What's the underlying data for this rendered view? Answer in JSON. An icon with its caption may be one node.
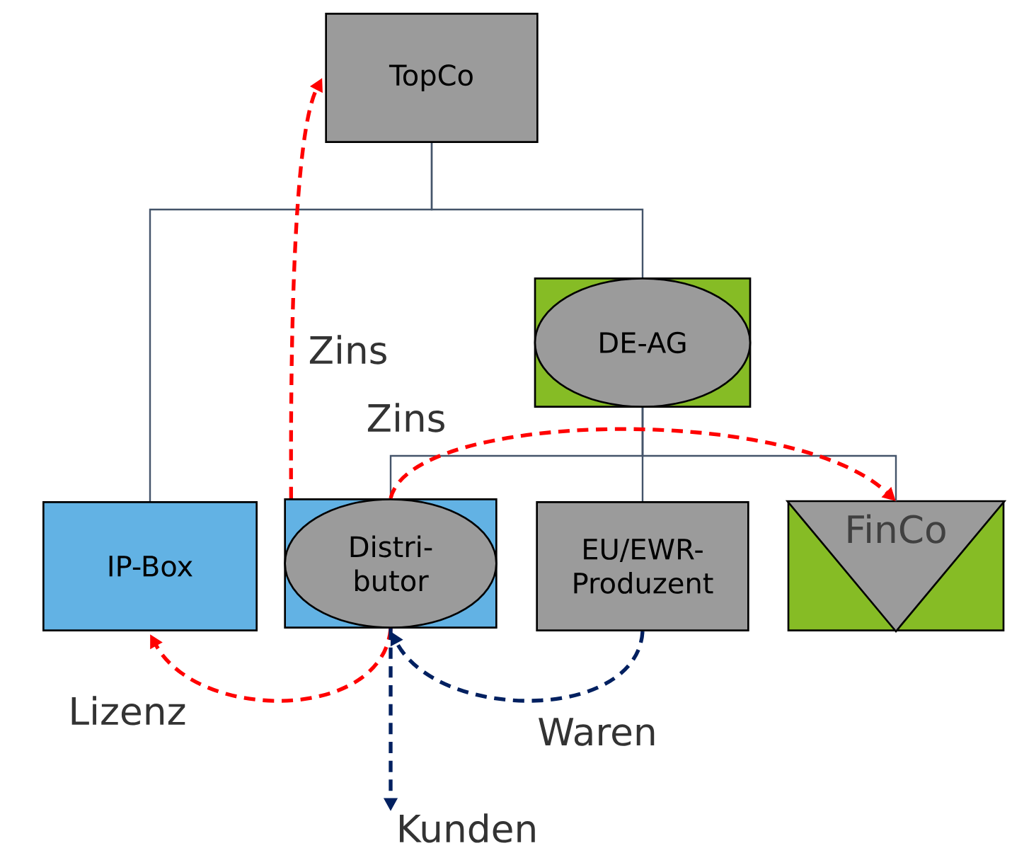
{
  "diagram": {
    "nodes": [
      {
        "text": [
          "TopCo"
        ]
      },
      {
        "text": [
          "DE-AG"
        ]
      },
      {
        "text": [
          "IP-Box"
        ]
      },
      {
        "text": [
          "Distri- butor"
        ]
      },
      {
        "text": [
          "EU/EWR- Produzent"
        ]
      },
      {
        "text": [
          "FinCo"
        ]
      },
      {
        "text": [
          "Kunden"
        ]
      }
    ],
    "edges": [
      {
        "from": 0,
        "to": 2,
        "arrow": "none"
      },
      {
        "from": 0,
        "to": 1,
        "arrow": "none"
      },
      {
        "from": 1,
        "to": 3,
        "arrow": "none"
      },
      {
        "from": 1,
        "to": 4,
        "arrow": "none"
      },
      {
        "from": 1,
        "to": 5,
        "arrow": "none"
      },
      {
        "from": 3,
        "to": 0,
        "arrow": "to",
        "label": "Zins",
        "style": "dashed",
        "color": "#ff0000"
      },
      {
        "from": 3,
        "to": 5,
        "arrow": "to",
        "label": "Zins",
        "style": "dashed",
        "color": "#ff0000"
      },
      {
        "from": 3,
        "to": 2,
        "arrow": "to",
        "label": "Lizenz",
        "style": "dashed",
        "color": "#ff0000"
      },
      {
        "from": 4,
        "to": 3,
        "arrow": "to",
        "label": "Waren",
        "style": "dashed",
        "color": "#002060"
      },
      {
        "from": 3,
        "to": 6,
        "arrow": "to",
        "style": "dashed",
        "color": "#002060"
      }
    ]
  }
}
